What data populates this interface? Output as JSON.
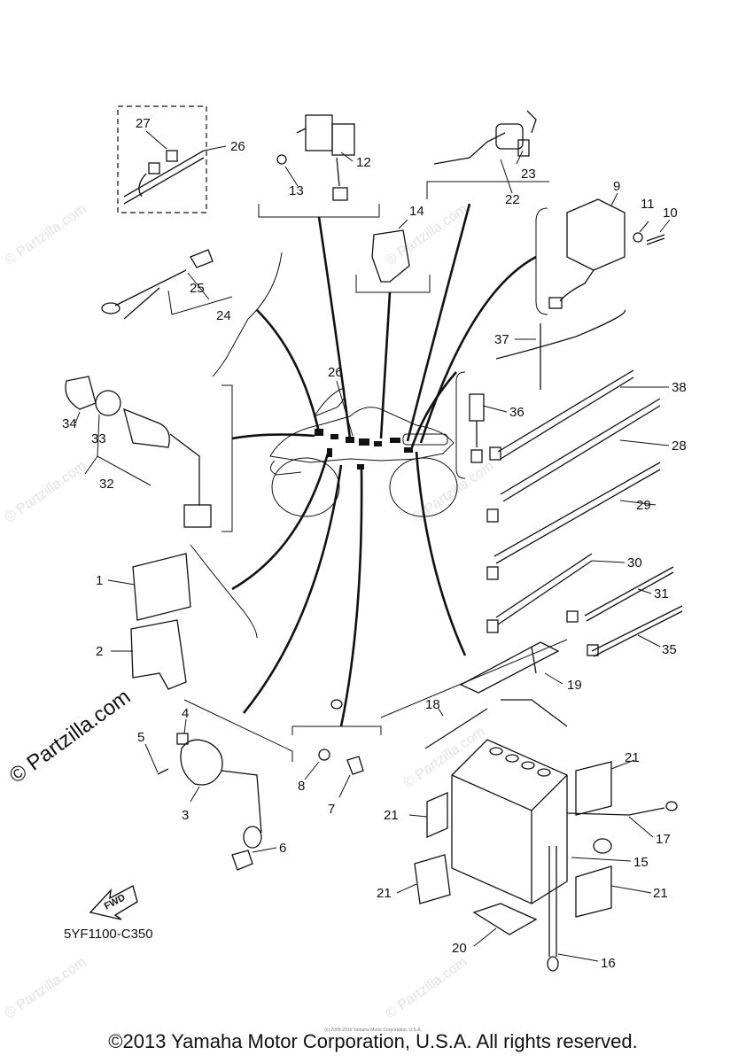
{
  "diagram": {
    "code": "5YF1100-C350",
    "fwd_label": "FWD",
    "copyright": "©2013 Yamaha Motor Corporation, U.S.A. All rights reserved.",
    "small_copyright": "(c) 2005-2016 Yamaha Motor Corporation, U.S.A.",
    "watermark_side": "© Partzilla.com",
    "watermark_faint": "© Partzilla.com",
    "callouts": [
      "1",
      "2",
      "3",
      "4",
      "5",
      "6",
      "7",
      "8",
      "9",
      "10",
      "11",
      "12",
      "13",
      "14",
      "15",
      "16",
      "17",
      "18",
      "19",
      "20",
      "21",
      "22",
      "23",
      "24",
      "25",
      "26",
      "27",
      "28",
      "29",
      "30",
      "31",
      "32",
      "33",
      "34",
      "35",
      "36",
      "37",
      "38"
    ]
  }
}
